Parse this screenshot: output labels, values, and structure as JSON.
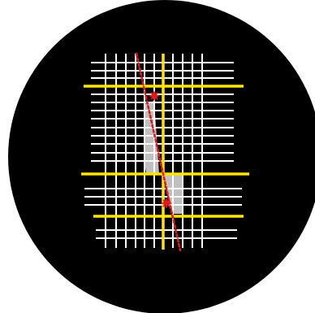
{
  "colors": {
    "page_background": "#ffffff",
    "disc": "#000000",
    "grid_lines": "#ffffff",
    "highlight_lines": "#ffe600",
    "shaded_region": "#c0c0c0",
    "dotted_line": "#e21a1a",
    "markers": "#e21a1a"
  },
  "grid": {
    "vertical_line_count": 10,
    "horizontal_line_count": 16,
    "highlighted_vertical_line_count": 1,
    "highlighted_horizontal_line_count": 3
  },
  "shaded_regions": 2,
  "markers": {
    "star_markers": 2
  },
  "icons": [
    "circular-viewport",
    "star-marker-icon"
  ]
}
